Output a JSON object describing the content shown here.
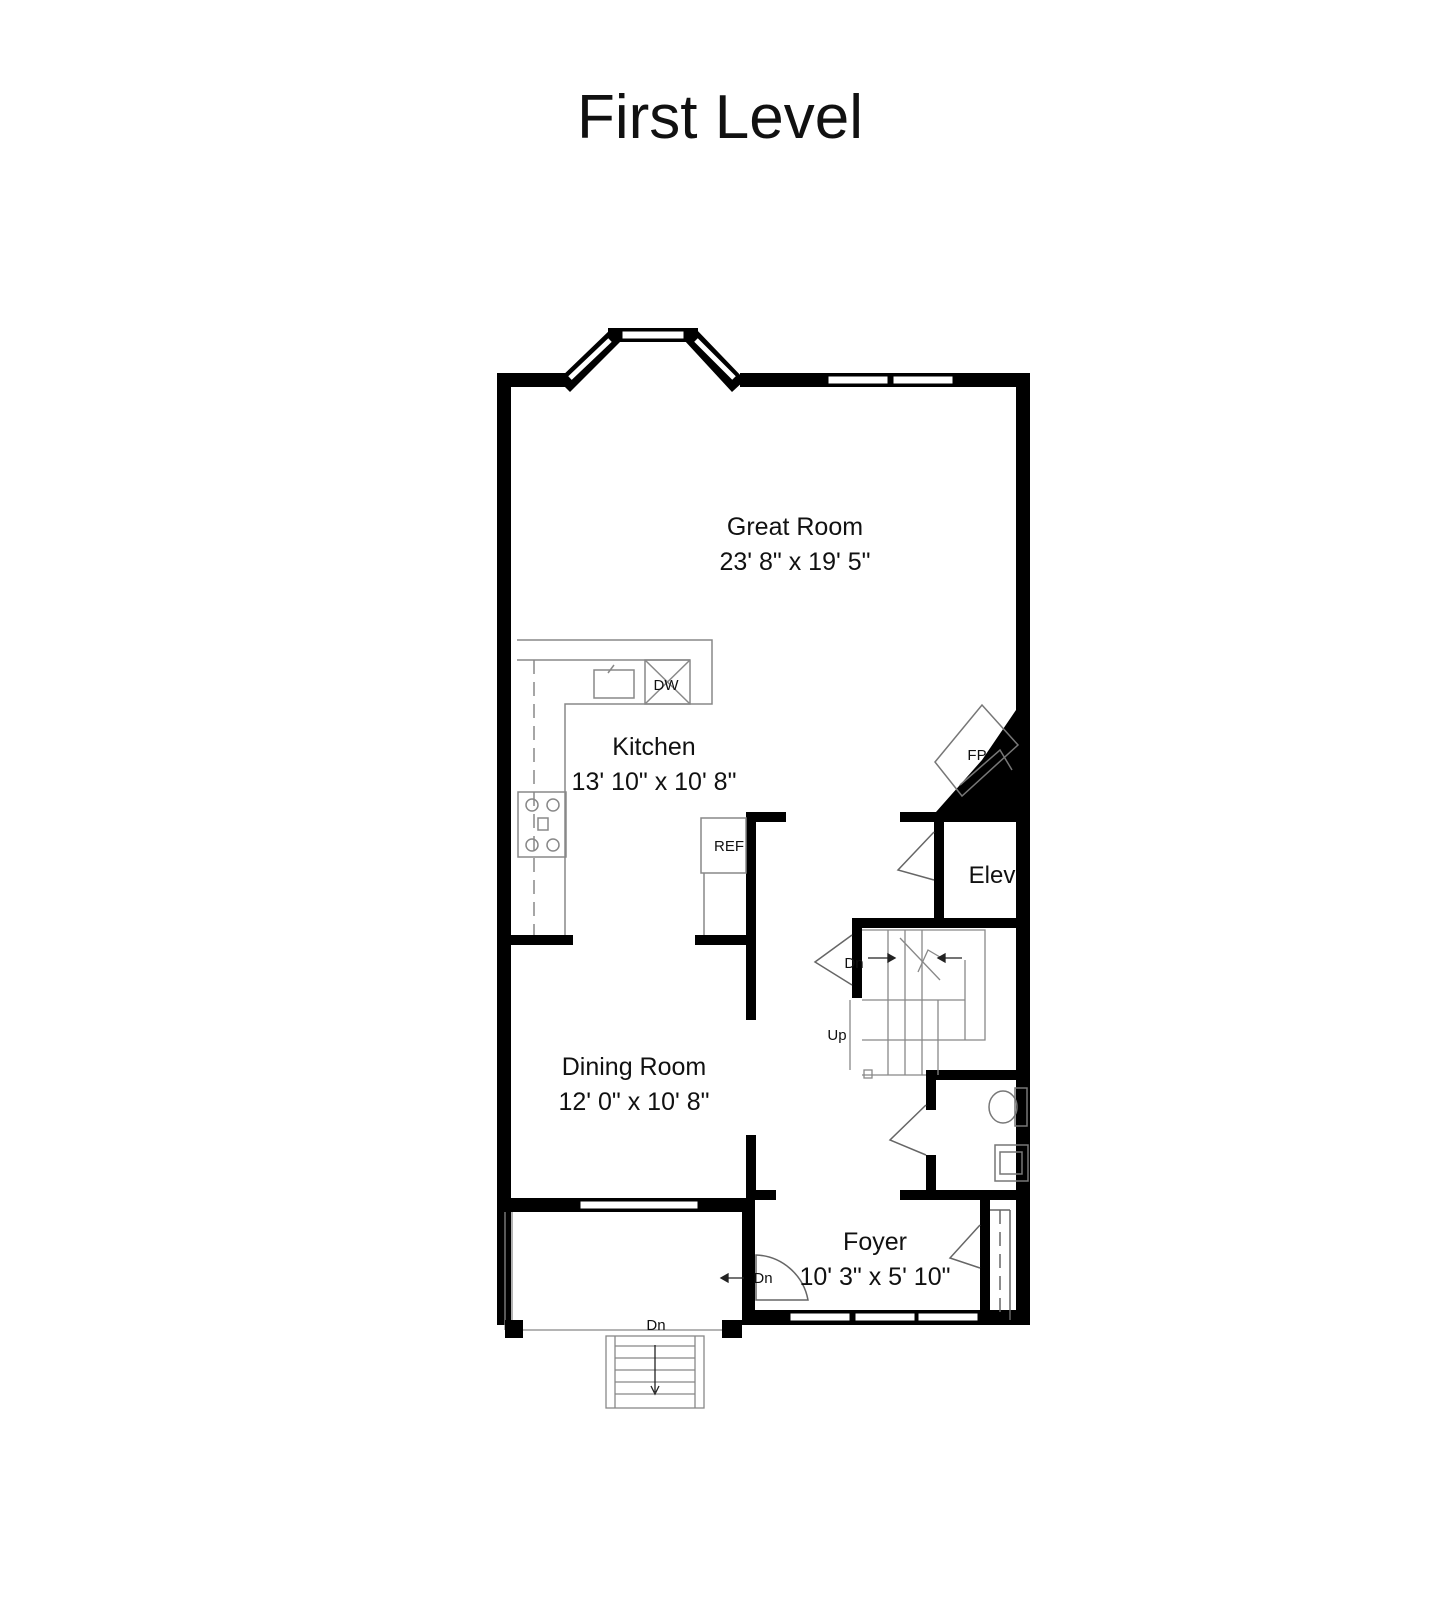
{
  "title": "First Level",
  "rooms": {
    "great_room": {
      "name": "Great Room",
      "dims": "23' 8\" x 19' 5\""
    },
    "kitchen": {
      "name": "Kitchen",
      "dims": "13' 10\" x 10' 8\""
    },
    "dining_room": {
      "name": "Dining Room",
      "dims": "12' 0\" x 10' 8\""
    },
    "foyer": {
      "name": "Foyer",
      "dims": "10' 3\" x 5' 10\""
    },
    "elevator": {
      "name": "Elev"
    }
  },
  "fixtures": {
    "dishwasher": "DW",
    "refrigerator": "REF",
    "fireplace": "FP"
  },
  "stairs": {
    "down_label": "Dn",
    "up_label": "Up",
    "foyer_door_dn": "Dn",
    "porch_dn": "Dn"
  },
  "colors": {
    "wall": "#000000",
    "fixture_line": "#777777",
    "window": "#ffffff"
  }
}
